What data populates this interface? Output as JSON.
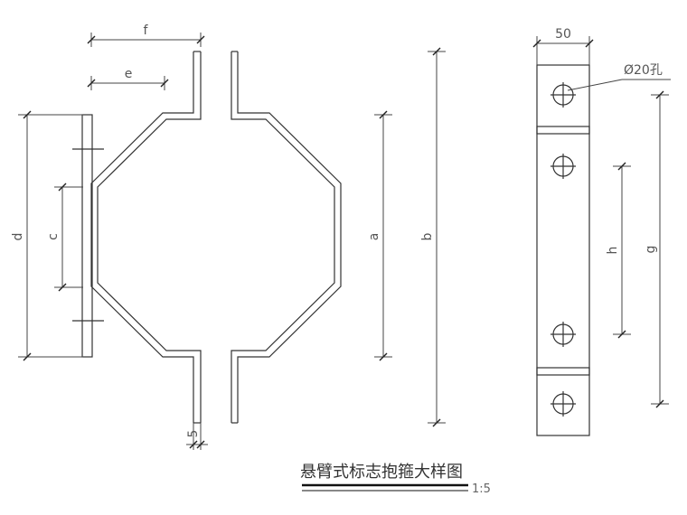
{
  "drawing": {
    "title": "悬臂式标志抱箍大样图",
    "scale": "1:5"
  },
  "dimensions": {
    "f": "f",
    "e": "e",
    "d": "d",
    "c": "c",
    "a": "a",
    "b": "b",
    "thickness": "5",
    "plate_width": "50",
    "h": "h",
    "g": "g"
  },
  "callouts": {
    "hole": "Ø20孔"
  }
}
